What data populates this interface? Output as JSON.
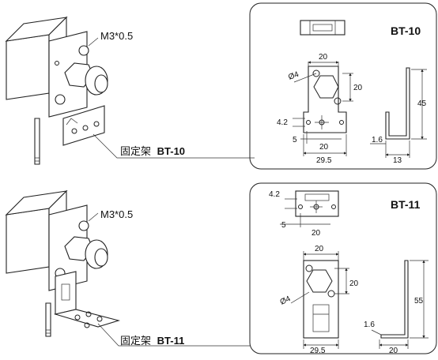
{
  "top": {
    "screw_label": "M3*0.5",
    "bracket_label_prefix": "固定架",
    "bracket_label_model": "BT-10",
    "drawing": {
      "title": "BT-10",
      "dim_top_width": "20",
      "dim_hole_dia": "Ø4",
      "dim_hole_spacing": "20",
      "dim_side_height": "45",
      "dim_left_offset": "4.2",
      "dim_slot_offset": "5",
      "dim_slot_width": "20",
      "dim_overall_width": "29.5",
      "dim_thickness": "1.6",
      "dim_side_width": "13"
    }
  },
  "bottom": {
    "screw_label": "M3*0.5",
    "bracket_label_prefix": "固定架",
    "bracket_label_model": "BT-11",
    "drawing": {
      "title": "BT-11",
      "dim_left_offset": "4.2",
      "dim_slot_offset": "5",
      "dim_slot_width": "20",
      "dim_top_width": "20",
      "dim_hole_spacing": "20",
      "dim_hole_dia": "Ø4",
      "dim_side_height": "55",
      "dim_thickness": "1.6",
      "dim_overall_width": "29.5",
      "dim_side_width": "20"
    }
  }
}
